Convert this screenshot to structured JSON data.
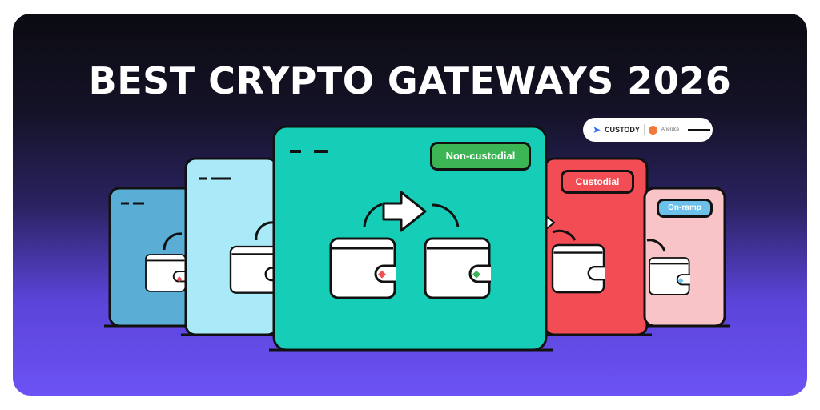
{
  "title": "BEST CRYPTO GATEWAYS 2026",
  "brand_bar": {
    "logo1_text": "CUSTODY",
    "logo2_text": "Anerdce"
  },
  "cards": [
    {
      "color": "#5aaed6",
      "badge": ""
    },
    {
      "color": "#a9e9f8",
      "badge": ""
    },
    {
      "color": "#16cdb8",
      "badge": "Non-custodial",
      "badge_color": "#3cb554"
    },
    {
      "color": "#f24c55",
      "badge": "Custodial",
      "badge_color": "#f24c55"
    },
    {
      "color": "#f9c4c8",
      "badge": "On-ramp",
      "badge_color": "#6cc0ea"
    }
  ],
  "colors": {
    "bg_top": "#0b0b12",
    "bg_bottom": "#6c52f5"
  }
}
